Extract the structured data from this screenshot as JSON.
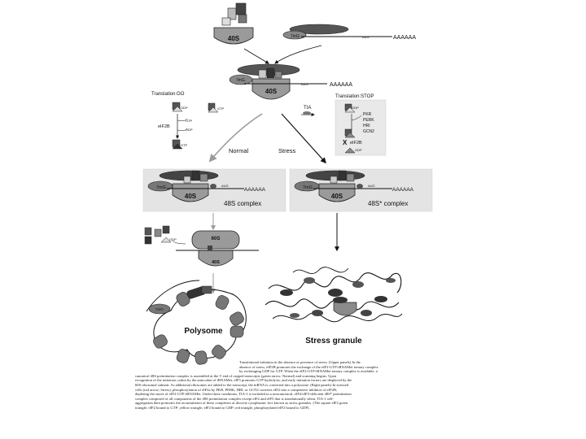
{
  "labels": {
    "s40_top": "40S",
    "s40_mid": "40S",
    "s40_left": "40S",
    "s40_right": "40S",
    "s40_small": "40S",
    "s60_small": "60S",
    "cap_top": "7mG",
    "cap_mid": "7mG",
    "cap_left": "7mG",
    "cap_right": "7mG",
    "cap_poly": "7mG",
    "polyA_top": "AAAAAA",
    "polyA_mid": "AAAAAA",
    "polyA_left": "AAAAAA",
    "polyA_right": "AAAAAA",
    "aug": "AUG",
    "translation_go": "Translation:GO",
    "translation_stop": "Translation:STOP",
    "eif2b_go": "eIF2B",
    "eif2b_stop": "eIF2B",
    "gdp": "GDP",
    "gtp": "GTP",
    "tia": "TIA",
    "normal": "Normal",
    "stress": "Stress",
    "complex_48s": "48S complex",
    "complex_48s_star": "48S* complex",
    "polysome": "Polysome",
    "stress_granule": "Stress granule",
    "kinases": [
      "PKR",
      "PERK",
      "HRI",
      "GCN2"
    ]
  },
  "caption_lines": [
    "Translational initiation in the absence or presence of stress. (Upper panels) In the",
    "absence of stress, eIF2B promotes the exchange of the eIF2-GTP-tRNAMet ternary complex",
    "by exchanging GDP for GTP. When the eIF2-GTP-tRNAMet ternary complex is available, a",
    "canonical 48S preinitiation complex is assembled at the 5' end of capped transcripts (green arrow; Normal) and scanning begins. Upon",
    "recognition of the initiation codon by the anticodon of tRNAMet, eIF5 promotes GTP hydrolysis, and early initiation factors are displaced by the",
    "60S ribosomal subunit. As additional ribosomes are added to the transcript, the mRNA is converted into a polysome. (Right panels) In stressed",
    "cells (red arrow; Stress), phosphorylation of eIF2a by PKR, PERK, HRI, or GCN2 converts eIF2 into a competitive inhibitor of eIF2B,",
    "depleting the stores of eIF2-GTP-tRNAMet. Under these conditions, TIA-1 is included in a noncanonical, eIF2/eIF5-deficient 48S* preinitiation",
    "complex composed of all components of the 48S preinitiation complex except eIF2 and eIF5 that is translationally silent. TIA-1 self-",
    "aggregation then promotes the accumulation of these complexes at discrete cytoplasmic foci known as stress granules. (The square eIF2 green",
    "triangle; eIF2 bound to GTP; yellow triangle, eIF2 bound to GDP; red triangle, phosphorylated eIF2 bound to GDP)."
  ]
}
